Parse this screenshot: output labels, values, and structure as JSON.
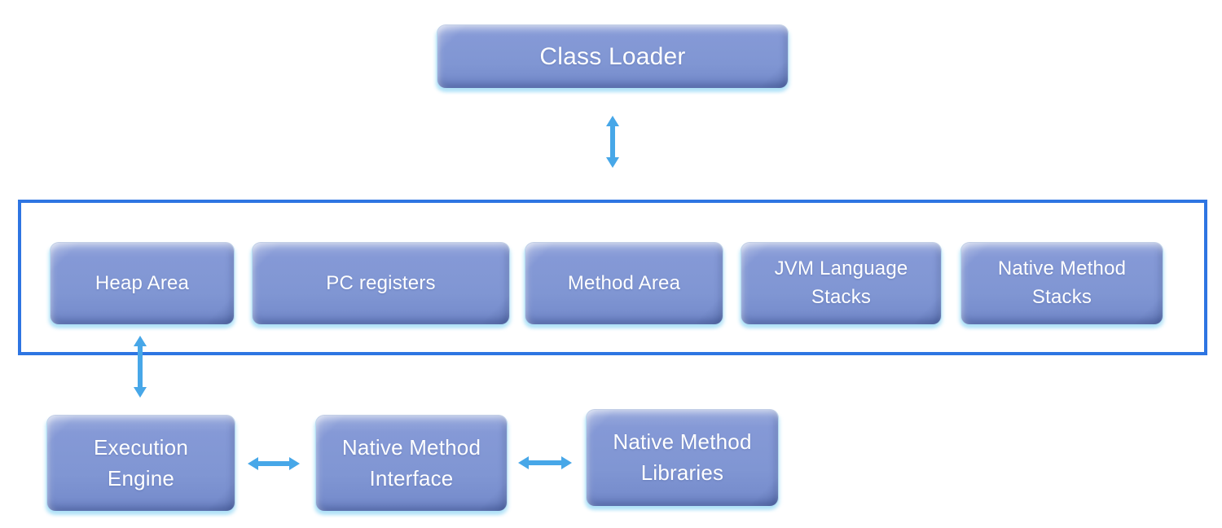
{
  "diagram": {
    "class_loader": {
      "label": "Class Loader"
    },
    "runtime_data_areas": {
      "boxes": [
        {
          "label": "Heap Area"
        },
        {
          "label": "PC registers"
        },
        {
          "label": "Method Area"
        },
        {
          "label": "JVM Language Stacks"
        },
        {
          "label": "Native Method Stacks"
        }
      ]
    },
    "bottom_row": {
      "boxes": [
        {
          "label": "Execution Engine"
        },
        {
          "label": "Native Method Interface"
        },
        {
          "label": "Native Method Libraries"
        }
      ]
    },
    "colors": {
      "box_fill": "#8096d3",
      "box_fill_light": "#9aabdd",
      "box_fill_dark": "#7389ca",
      "box_text": "#ffffff",
      "container_border": "#2e75e2",
      "arrow": "#47a7e8",
      "background": "#ffffff"
    }
  }
}
